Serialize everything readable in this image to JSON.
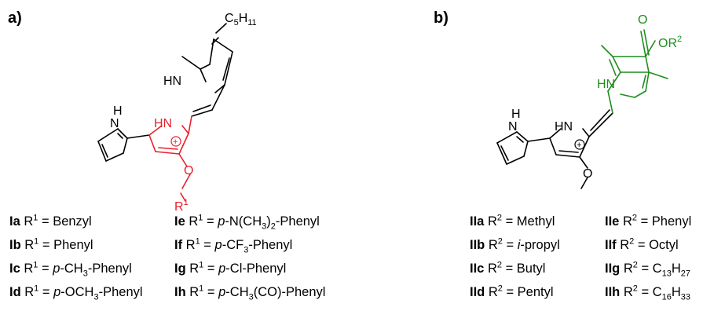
{
  "colors": {
    "black": "#000000",
    "red": "#e8202a",
    "green": "#1e8c1e"
  },
  "panel_a": {
    "label": "a)",
    "atoms": {
      "c5h11": "C5H11",
      "hn_top": "HN",
      "h_nh": "H",
      "n_nh": "N",
      "hn_center": "HN",
      "plus": "+",
      "o": "O",
      "r1": "R1"
    },
    "legend": [
      {
        "id": "Ia",
        "html": "R<sup>1</sup> = Benzyl"
      },
      {
        "id": "Ib",
        "html": "R<sup>1</sup> = Phenyl"
      },
      {
        "id": "Ic",
        "html": "R<sup>1</sup> = <i>p</i>-CH<sub>3</sub>-Phenyl"
      },
      {
        "id": "Id",
        "html": "R<sup>1</sup> = <i>p</i>-OCH<sub>3</sub>-Phenyl"
      },
      {
        "id": "Ie",
        "html": "R<sup>1</sup> = <i>p</i>-N(CH<sub>3</sub>)<sub>2</sub>-Phenyl"
      },
      {
        "id": "If",
        "html": "R<sup>1</sup> = <i>p</i>-CF<sub>3</sub>-Phenyl"
      },
      {
        "id": "Ig",
        "html": "R<sup>1</sup> = <i>p</i>-Cl-Phenyl"
      },
      {
        "id": "Ih",
        "html": "R<sup>1</sup> = <i>p</i>-CH<sub>3</sub>(CO)-Phenyl"
      }
    ]
  },
  "panel_b": {
    "label": "b)",
    "atoms": {
      "o_carbonyl": "O",
      "or2": "OR2",
      "hn_top": "HN",
      "h_nh": "H",
      "n_nh": "N",
      "hn_center": "HN",
      "plus": "+",
      "o": "O"
    },
    "legend": [
      {
        "id": "IIa",
        "html": "R<sup>2</sup> = Methyl"
      },
      {
        "id": "IIb",
        "html": "R<sup>2</sup> = <i>i</i>-propyl"
      },
      {
        "id": "IIc",
        "html": "R<sup>2</sup> = Butyl"
      },
      {
        "id": "IId",
        "html": "R<sup>2</sup> = Pentyl"
      },
      {
        "id": "IIe",
        "html": "R<sup>2</sup> = Phenyl"
      },
      {
        "id": "IIf",
        "html": "R<sup>2</sup> = Octyl"
      },
      {
        "id": "IIg",
        "html": "R<sup>2</sup> = C<sub>13</sub>H<sub>27</sub>"
      },
      {
        "id": "IIh",
        "html": "R<sup>2</sup> = C<sub>16</sub>H<sub>33</sub>"
      }
    ]
  }
}
